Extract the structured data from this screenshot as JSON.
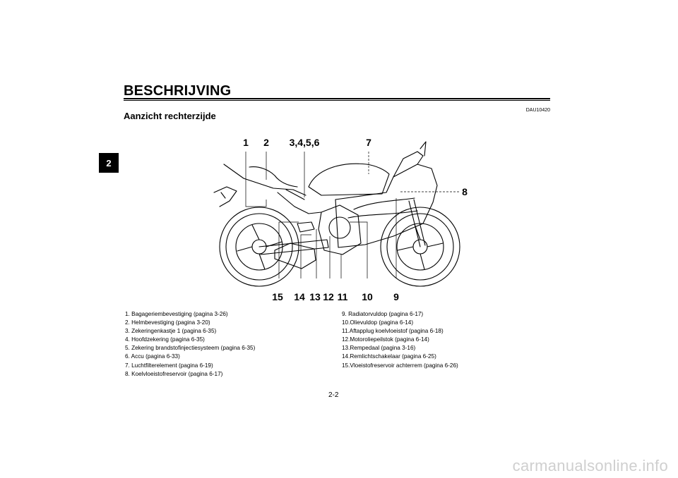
{
  "header": {
    "section_title": "BESCHRIJVING",
    "chapter_tab": "2",
    "doc_code": "DAU10420",
    "subtitle": "Aanzicht rechterzijde"
  },
  "diagram": {
    "callouts_top": [
      "1",
      "2",
      "3,4,5,6",
      "7"
    ],
    "callout_side": "8",
    "callouts_bottom": [
      "15",
      "14",
      "13",
      "12",
      "11",
      "10",
      "9"
    ]
  },
  "legend_left": [
    "1.  Bagageriembevestiging (pagina 3-26)",
    "2.  Helmbevestiging (pagina 3-20)",
    "3.  Zekeringenkastje 1 (pagina 6-35)",
    "4.  Hoofdzekering (pagina 6-35)",
    "5.  Zekering brandstofinjectiesysteem (pagina 6-35)",
    "6.  Accu (pagina 6-33)",
    "7.  Luchtfilterelement (pagina 6-19)",
    "8.  Koelvloeistofreservoir (pagina 6-17)"
  ],
  "legend_right": [
    "9.  Radiatorvuldop (pagina 6-17)",
    "10.Olievuldop (pagina 6-14)",
    "11.Aftapplug koelvloeistof (pagina 6-18)",
    "12.Motoroliepeilstok (pagina 6-14)",
    "13.Rempedaal (pagina 3-16)",
    "14.Remlichtschakelaar (pagina 6-25)",
    "15.Vloeistofreservoir achterrem (pagina 6-26)"
  ],
  "footer": {
    "page_number": "2-2",
    "watermark": "carmanualsonline.info"
  }
}
